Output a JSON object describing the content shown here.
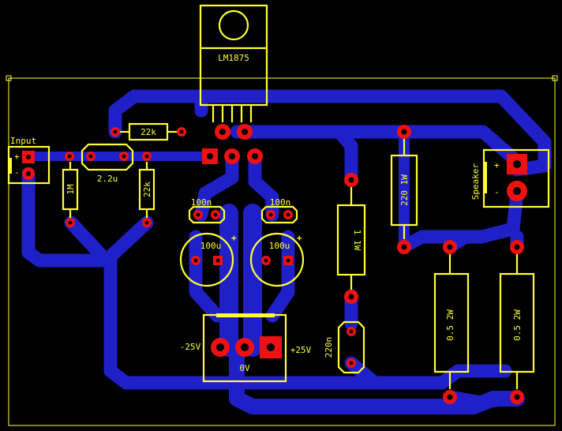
{
  "colors": {
    "background": "#000000",
    "copper": "#2020c8",
    "silkscreen": "#ffff33",
    "pad": "#ee1111"
  },
  "labels": {
    "ic": "LM1875",
    "input": "Input",
    "input_plus": "+",
    "input_minus": "-",
    "r_22k_top": "22k",
    "c_22u": "2.2u",
    "r_1m": "1M",
    "r_22k_vert": "22k",
    "c_100n_left": "100n",
    "c_100n_right": "100n",
    "c_100u_left": "100u",
    "c_100u_right": "100u",
    "plus_left": "+",
    "plus_right": "+",
    "r_1_1w": "1 1W",
    "r_220_1w": "220 1W",
    "c_220n": "220n",
    "speaker": "Speaker",
    "spk_plus": "+",
    "spk_minus": "-",
    "r_05_2w_left": "0.5 2W",
    "r_05_2w_right": "0.5 2W",
    "psu_neg": "-25V",
    "psu_pos": "+25V",
    "psu_gnd": "0V"
  }
}
